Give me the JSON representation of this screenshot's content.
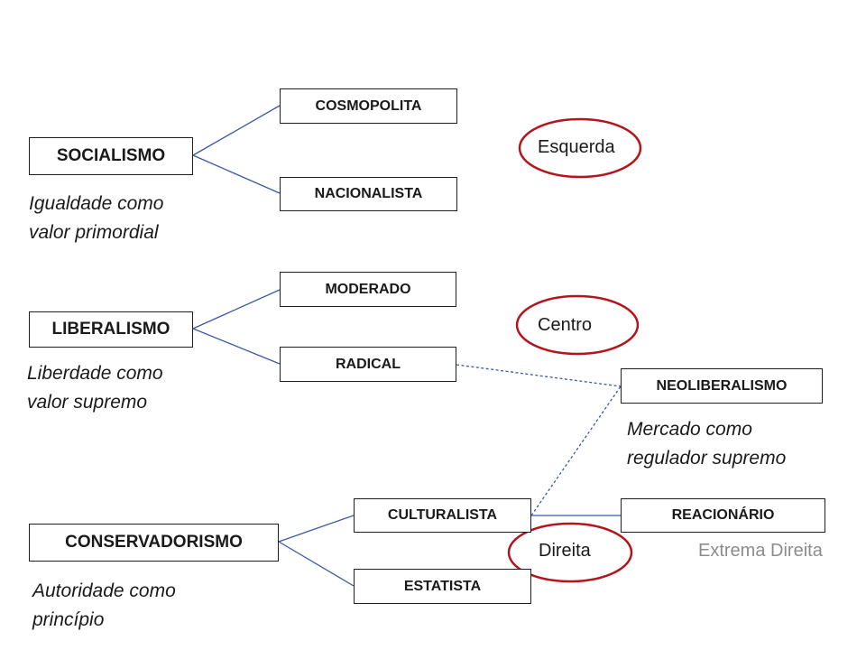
{
  "ideologies": {
    "socialismo": {
      "label": "SOCIALISMO",
      "note": [
        "Igualdade como",
        "valor primordial"
      ],
      "branches": [
        "COSMOPOLITA",
        "NACIONALISTA"
      ]
    },
    "liberalismo": {
      "label": "LIBERALISMO",
      "note": [
        "Liberdade  como",
        "valor supremo"
      ],
      "branches": [
        "MODERADO",
        "RADICAL"
      ]
    },
    "conservadorismo": {
      "label": "CONSERVADORISMO",
      "note": [
        "Autoridade como",
        "princípio"
      ],
      "branches": [
        "CULTURALISTA",
        "ESTATISTA"
      ]
    }
  },
  "neoliberalismo": {
    "label": "NEOLIBERALISMO",
    "note": [
      "Mercado como",
      "regulador supremo"
    ]
  },
  "reacionario": {
    "label": "REACIONÁRIO"
  },
  "positions": {
    "esquerda": "Esquerda",
    "centro": "Centro",
    "direita": "Direita",
    "extrema_direita": "Extrema Direita"
  },
  "colors": {
    "connector": "#3b5aa6",
    "ellipse": "#b4151c",
    "box_border": "#1f1f1f",
    "extreme_text": "#8c8c8c"
  }
}
